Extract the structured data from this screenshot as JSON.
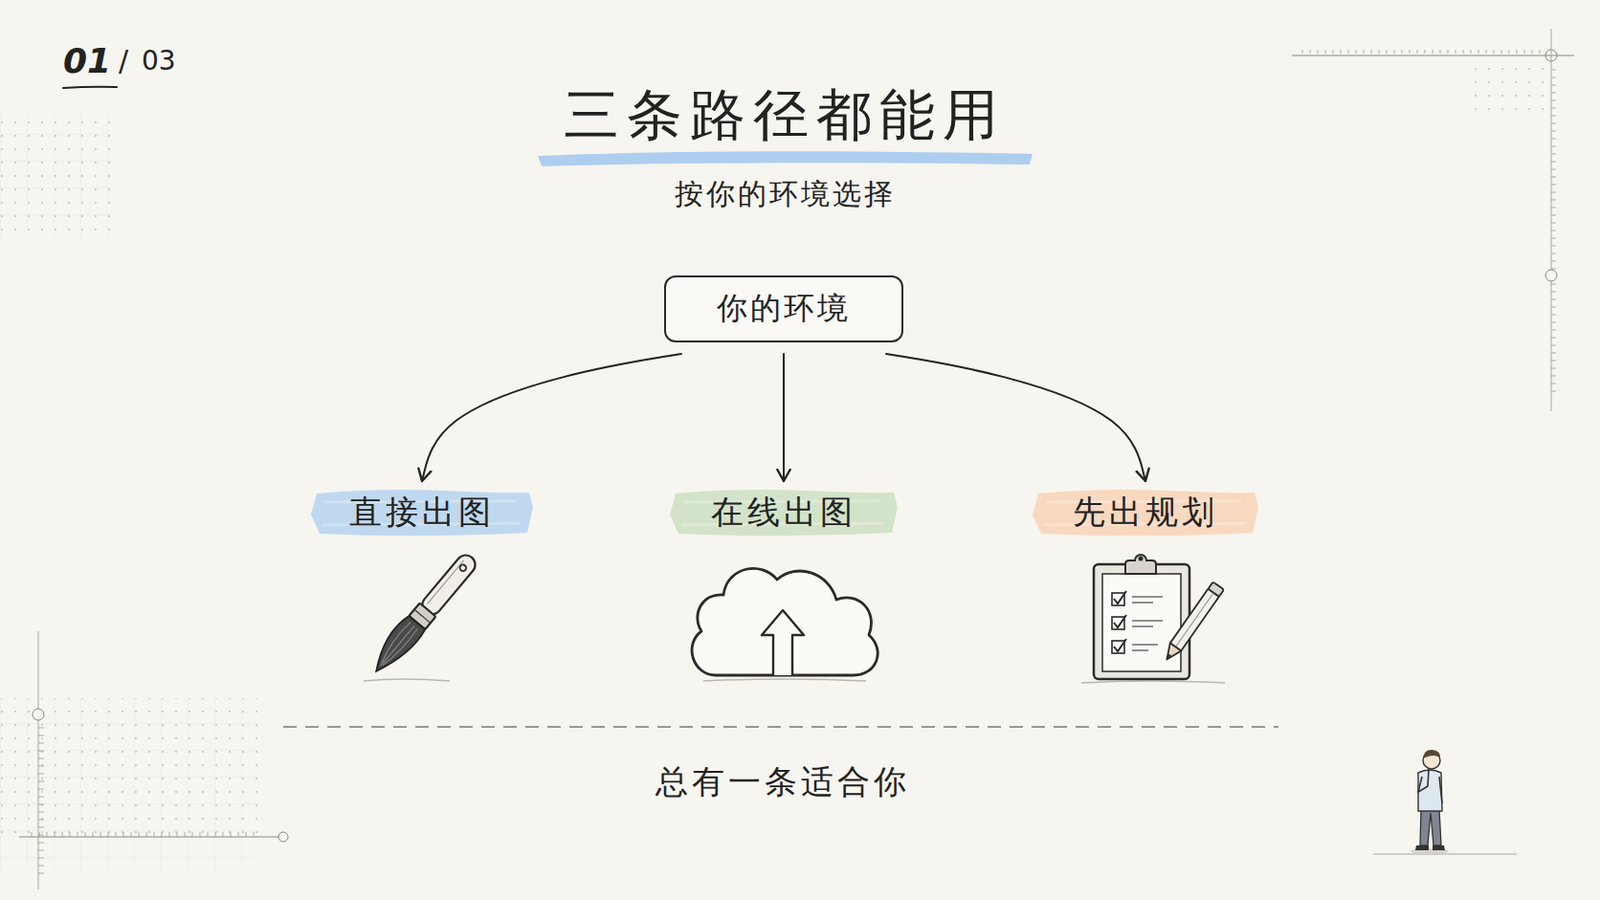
{
  "diagram": {
    "title": "三条路径都能用",
    "caption": "总有一条适合你",
    "nodes": [
      {
        "text": [
          "你的环境"
        ]
      },
      {
        "text": [
          "直接出图"
        ]
      },
      {
        "text": [
          "在线出图"
        ]
      },
      {
        "text": [
          "先出规划"
        ]
      }
    ],
    "edges": [
      {
        "from": 0,
        "to": 1,
        "arrow": "to"
      },
      {
        "from": 0,
        "to": 2,
        "arrow": "to"
      },
      {
        "from": 0,
        "to": 3,
        "arrow": "to"
      }
    ],
    "labels": [
      "01",
      "/",
      "03",
      "按你的环境选择"
    ]
  }
}
